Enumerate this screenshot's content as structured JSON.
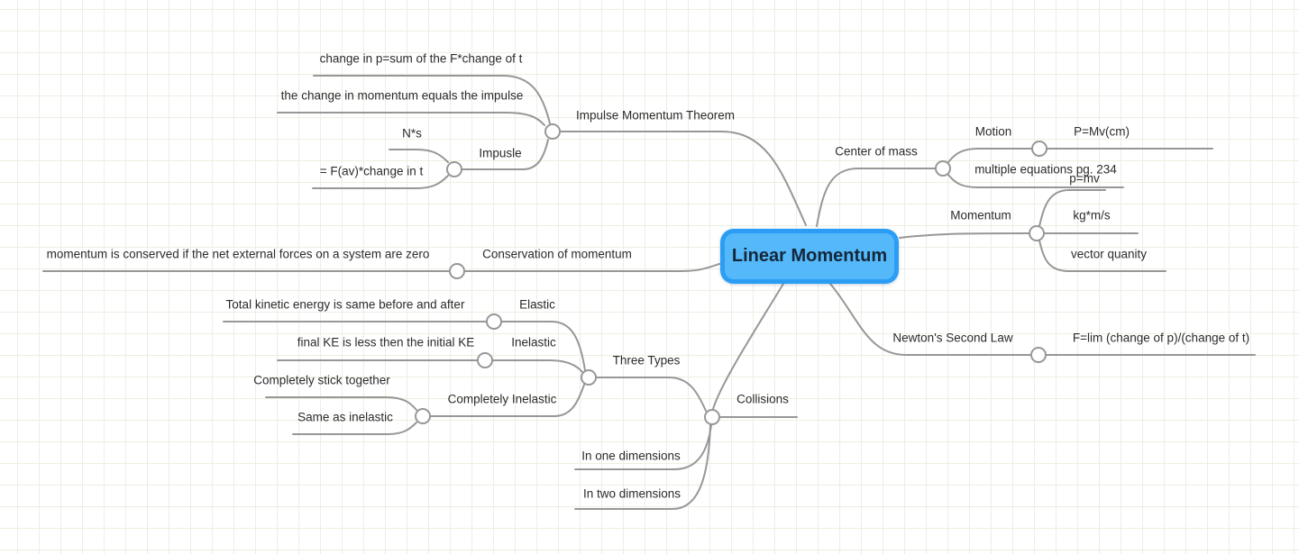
{
  "colors": {
    "center_fill": "#55b8f9",
    "center_border": "#2b9df5",
    "branch_line": "#979797",
    "grid_line": "#eaf0e2",
    "text": "#2b2b2b"
  },
  "map": {
    "root": "Linear Momentum",
    "imt": {
      "label": "Impulse Momentum Theorem",
      "change_in_p": "change in p=sum of the F*change of t",
      "change_equals_impulse": "the change in momentum equals the impulse",
      "impulse": {
        "label": "Impusle",
        "units": "N*s",
        "formula": "= F(av)*change in t"
      }
    },
    "center_of_mass": {
      "label": "Center of mass",
      "motion": {
        "label": "Motion",
        "formula": "P=Mv(cm)"
      },
      "multiple_equations": "multiple equations pg. 234"
    },
    "momentum": {
      "label": "Momentum",
      "formula": "p=mv",
      "units": "kg*m/s",
      "vector": "vector quanity"
    },
    "conservation": {
      "label": "Conservation of momentum",
      "rule": "momentum is conserved if the net external forces on a system are zero"
    },
    "newton": {
      "label": "Newton's Second Law",
      "formula": "F=lim (change of p)/(change of t)"
    },
    "collisions": {
      "label": "Collisions",
      "three_types": {
        "label": "Three Types",
        "elastic": {
          "label": "Elastic",
          "note": "Total kinetic energy is same before and after"
        },
        "inelastic": {
          "label": "Inelastic",
          "note": "final KE is less then the initial KE"
        },
        "completely_inelastic": {
          "label": "Completely Inelastic",
          "note_stick": "Completely stick together",
          "note_same": "Same as inelastic"
        }
      },
      "one_d": "In one dimensions",
      "two_d": "In two dimensions"
    }
  }
}
